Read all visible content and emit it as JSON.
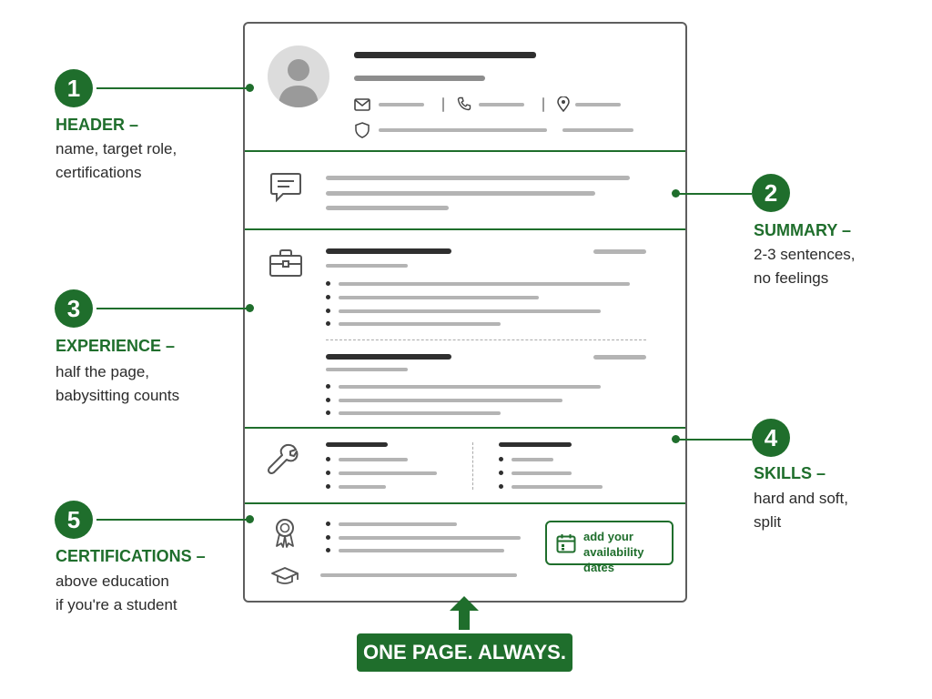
{
  "callouts": [
    {
      "number": "1",
      "title": "HEADER –",
      "desc1": "name, target role,",
      "desc2": "certifications"
    },
    {
      "number": "2",
      "title": "SUMMARY –",
      "desc1": "2-3 sentences,",
      "desc2": "no feelings"
    },
    {
      "number": "3",
      "title": "EXPERIENCE –",
      "desc1": "half the page,",
      "desc2": "babysitting counts"
    },
    {
      "number": "4",
      "title": "SKILLS –",
      "desc1": "hard and soft,",
      "desc2": "split"
    },
    {
      "number": "5",
      "title": "CERTIFICATIONS –",
      "desc1": "above education",
      "desc2": "if you're a student"
    }
  ],
  "availability_box": {
    "line1": "add your",
    "line2": "availability dates"
  },
  "banner": "ONE PAGE. ALWAYS.",
  "icons": [
    "mail-icon",
    "phone-icon",
    "location-pin-icon",
    "shield-icon",
    "chat-bubble-icon",
    "briefcase-icon",
    "wrench-icon",
    "award-ribbon-icon",
    "graduation-cap-icon",
    "calendar-icon",
    "up-arrow-icon"
  ],
  "colors": {
    "accent": "#1f6e2c",
    "text": "#2b2b2b",
    "placeholder_dark": "#2f2f2f",
    "placeholder_light": "#b4b4b4"
  }
}
